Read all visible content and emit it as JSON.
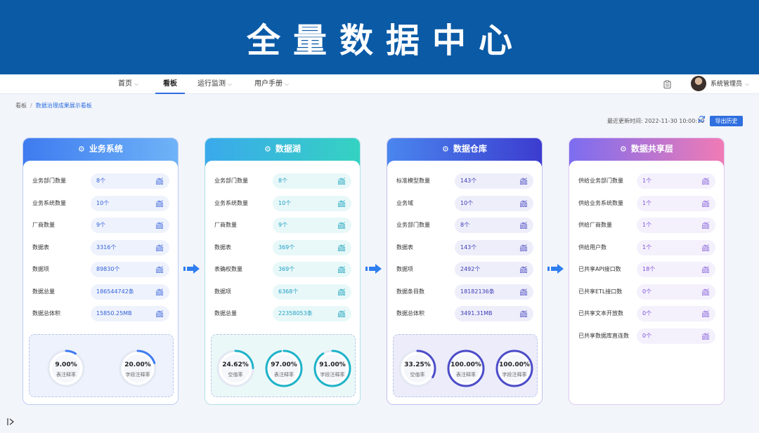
{
  "banner": {
    "title": "全量数据中心"
  },
  "nav": {
    "items": [
      {
        "label": "首页",
        "has_chevron": true
      },
      {
        "label": "看板",
        "has_chevron": false
      },
      {
        "label": "运行监测",
        "has_chevron": true
      },
      {
        "label": "用户手册",
        "has_chevron": true
      }
    ],
    "chevron": "⌵",
    "clipboard_icon": "clipboard-icon",
    "user_name": "系统管理员"
  },
  "breadcrumb": {
    "root": "看板",
    "separator": "/",
    "current": "数据治理成果展示看板"
  },
  "toolbar": {
    "update_time": "最近更新时间: 2022-11-30 10:00:10",
    "export_label": "导出历史"
  },
  "colors": {
    "accent": "#2f6fe0",
    "banner": "#0a5aa6"
  },
  "cards": [
    {
      "title": "业务系统",
      "rows": [
        {
          "label": "业务部门数量",
          "value": "8个"
        },
        {
          "label": "业务系统数量",
          "value": "10个"
        },
        {
          "label": "厂商数量",
          "value": "9个"
        },
        {
          "label": "数据表",
          "value": "3316个"
        },
        {
          "label": "数据项",
          "value": "89830个"
        },
        {
          "label": "数据总量",
          "value": "186544742条"
        },
        {
          "label": "数据总体积",
          "value": "15850.25MB"
        }
      ],
      "gauges": [
        {
          "value": "9.00%",
          "label": "表注释率",
          "fraction": 0.09
        },
        {
          "value": "20.00%",
          "label": "字段注释率",
          "fraction": 0.2
        }
      ]
    },
    {
      "title": "数据湖",
      "rows": [
        {
          "label": "业务部门数量",
          "value": "8个"
        },
        {
          "label": "业务系统数量",
          "value": "10个"
        },
        {
          "label": "厂商数量",
          "value": "9个"
        },
        {
          "label": "数据表",
          "value": "369个"
        },
        {
          "label": "表确权数量",
          "value": "369个"
        },
        {
          "label": "数据项",
          "value": "6368个"
        },
        {
          "label": "数据总量",
          "value": "22358053条"
        }
      ],
      "gauges": [
        {
          "value": "24.62%",
          "label": "空值率",
          "fraction": 0.2462
        },
        {
          "value": "97.00%",
          "label": "表注释率",
          "fraction": 0.97
        },
        {
          "value": "91.00%",
          "label": "字段注释率",
          "fraction": 0.91
        }
      ]
    },
    {
      "title": "数据仓库",
      "rows": [
        {
          "label": "标准模型数量",
          "value": "143个"
        },
        {
          "label": "业务域",
          "value": "10个"
        },
        {
          "label": "业务部门数量",
          "value": "8个"
        },
        {
          "label": "数据表",
          "value": "143个"
        },
        {
          "label": "数据项",
          "value": "2492个"
        },
        {
          "label": "数据条目数",
          "value": "18182136条"
        },
        {
          "label": "数据总体积",
          "value": "3491.31MB"
        }
      ],
      "gauges": [
        {
          "value": "33.25%",
          "label": "空值率",
          "fraction": 0.3325
        },
        {
          "value": "100.00%",
          "label": "表注释率",
          "fraction": 1.0
        },
        {
          "value": "100.00%",
          "label": "字段注释率",
          "fraction": 1.0
        }
      ]
    },
    {
      "title": "数据共享层",
      "rows": [
        {
          "label": "供给业务部门数量",
          "value": "1个"
        },
        {
          "label": "供给业务系统数量",
          "value": "1个"
        },
        {
          "label": "供给厂商数量",
          "value": "1个"
        },
        {
          "label": "供给用户数",
          "value": "1个"
        },
        {
          "label": "已共享API接口数",
          "value": "18个"
        },
        {
          "label": "已共享ETL接口数",
          "value": "0个"
        },
        {
          "label": "已共享文本开放数",
          "value": "0个"
        },
        {
          "label": "已共享数据库直连数",
          "value": "0个"
        }
      ],
      "gauges": []
    }
  ]
}
